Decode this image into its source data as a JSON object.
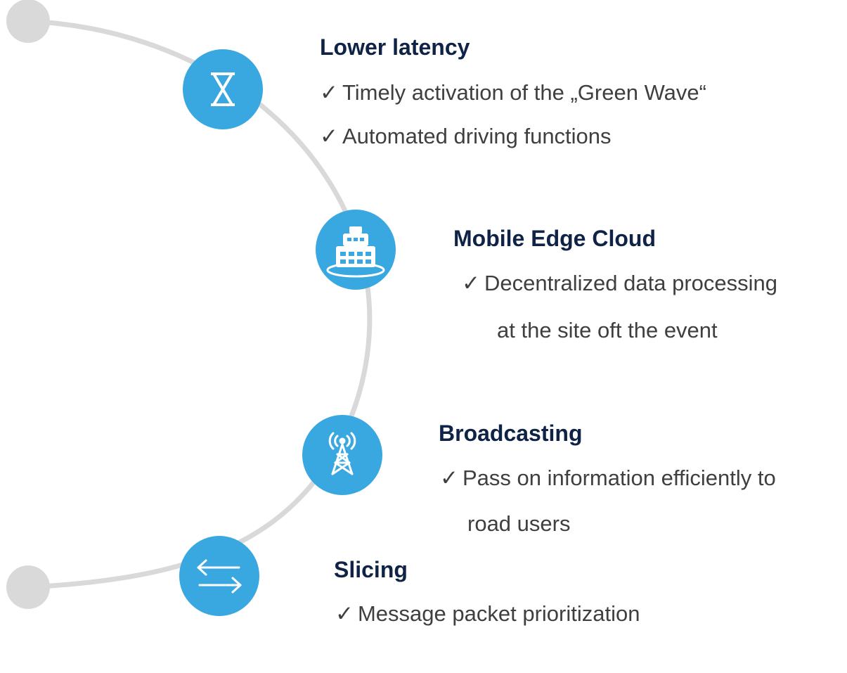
{
  "colors": {
    "arc": "#d9d9d9",
    "circle": "#3aa8e0",
    "icon": "#ffffff",
    "title": "#0f2346",
    "text": "#3f3f3f"
  },
  "check_glyph": "✓",
  "sections": [
    {
      "icon": "hourglass-icon",
      "title": "Lower latency",
      "items": [
        "Timely activation of the „Green Wave“",
        "Automated driving functions"
      ]
    },
    {
      "icon": "cloud-server-icon",
      "title": "Mobile Edge Cloud",
      "items": [
        "Decentralized data processing",
        "at the site oft the event"
      ]
    },
    {
      "icon": "broadcast-tower-icon",
      "title": "Broadcasting",
      "items": [
        "Pass on information efficiently to",
        "road users"
      ]
    },
    {
      "icon": "exchange-arrows-icon",
      "title": "Slicing",
      "items": [
        "Message packet prioritization"
      ]
    }
  ]
}
